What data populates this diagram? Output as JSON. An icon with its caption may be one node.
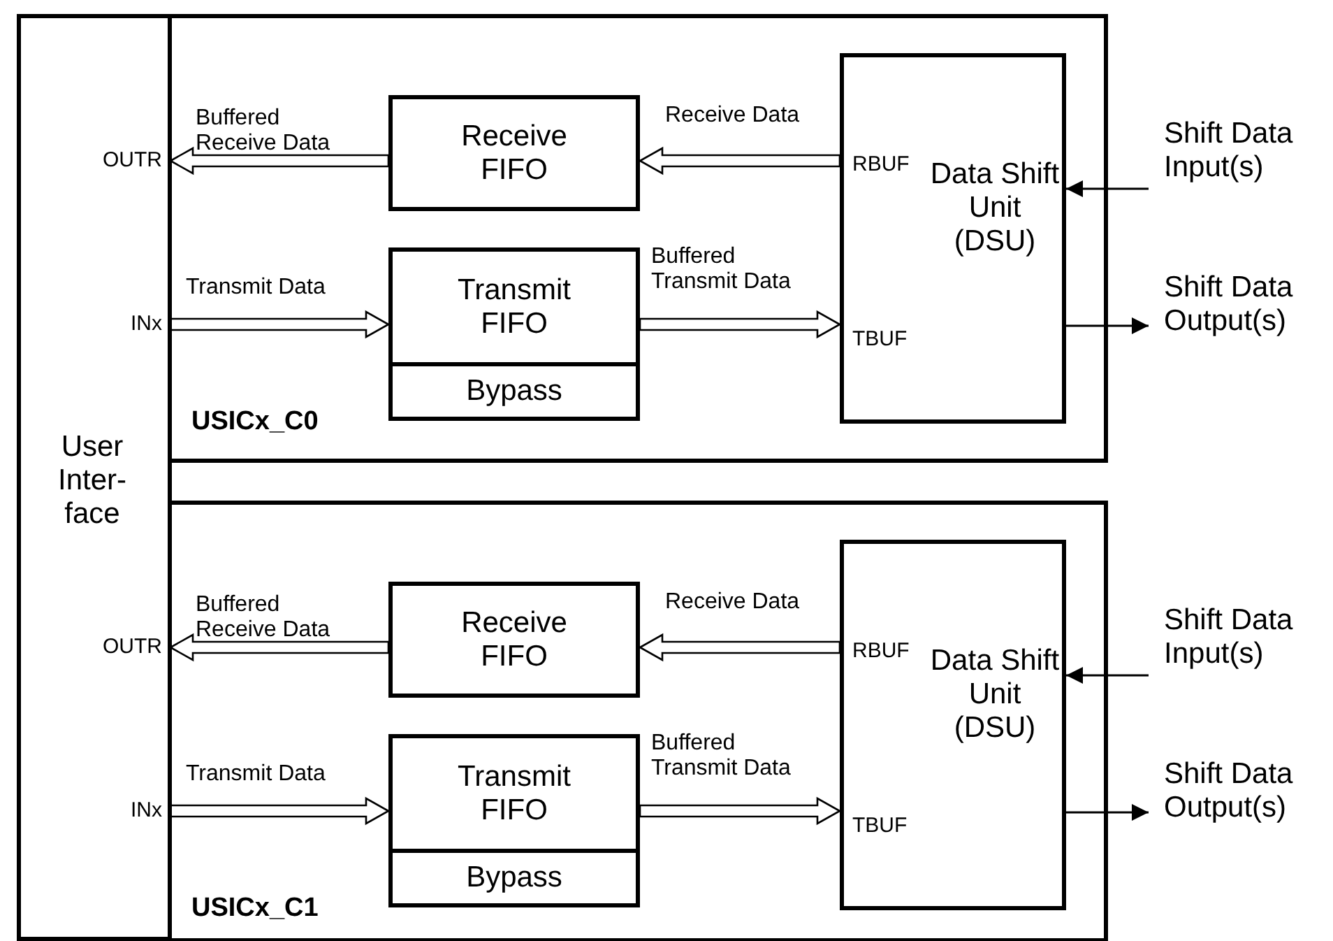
{
  "diagram": {
    "nodes": [
      {
        "text": [
          "User Inter-face"
        ]
      },
      {
        "text": [
          "OUTR"
        ],
        "in": 0
      },
      {
        "text": [
          "INx"
        ],
        "in": 0
      },
      {
        "text": [
          "USICx_C0"
        ]
      },
      {
        "text": [
          "Receive FIFO"
        ],
        "in": 3
      },
      {
        "text": [
          "Transmit FIFO"
        ],
        "in": 3
      },
      {
        "text": [
          "Bypass"
        ],
        "in": 3
      },
      {
        "text": [
          "RBUF",
          "Data Shift Unit (DSU)",
          "TBUF"
        ],
        "in": 3
      },
      {
        "text": [
          "Shift Data Input(s)"
        ]
      },
      {
        "text": [
          "Shift Data Output(s)"
        ]
      },
      {
        "text": [
          "OUTR"
        ],
        "in": 0
      },
      {
        "text": [
          "INx"
        ],
        "in": 0
      },
      {
        "text": [
          "USICx_C1"
        ]
      },
      {
        "text": [
          "Receive FIFO"
        ],
        "in": 12
      },
      {
        "text": [
          "Transmit FIFO"
        ],
        "in": 12
      },
      {
        "text": [
          "Bypass"
        ],
        "in": 12
      },
      {
        "text": [
          "RBUF",
          "Data Shift Unit (DSU)",
          "TBUF"
        ],
        "in": 12
      },
      {
        "text": [
          "Shift Data Input(s)"
        ]
      },
      {
        "text": [
          "Shift Data Output(s)"
        ]
      }
    ],
    "edges": [
      {
        "from": 4,
        "to": 1,
        "arrow": "to",
        "label": "Buffered Receive Data",
        "style": "thick"
      },
      {
        "from": 7,
        "to": 4,
        "arrow": "to",
        "label": "Receive Data",
        "style": "thick"
      },
      {
        "from": 2,
        "to": 5,
        "arrow": "to",
        "label": "Transmit Data",
        "style": "thick"
      },
      {
        "from": 5,
        "to": 7,
        "arrow": "to",
        "label": "Buffered Transmit Data",
        "style": "thick"
      },
      {
        "from": 8,
        "to": 7,
        "arrow": "to"
      },
      {
        "from": 7,
        "to": 9,
        "arrow": "to"
      },
      {
        "from": 13,
        "to": 10,
        "arrow": "to",
        "label": "Buffered Receive Data",
        "style": "thick"
      },
      {
        "from": 16,
        "to": 13,
        "arrow": "to",
        "label": "Receive Data",
        "style": "thick"
      },
      {
        "from": 11,
        "to": 14,
        "arrow": "to",
        "label": "Transmit Data",
        "style": "thick"
      },
      {
        "from": 14,
        "to": 16,
        "arrow": "to",
        "label": "Buffered Transmit Data",
        "style": "thick"
      },
      {
        "from": 17,
        "to": 16,
        "arrow": "to"
      },
      {
        "from": 16,
        "to": 18,
        "arrow": "to"
      }
    ]
  }
}
